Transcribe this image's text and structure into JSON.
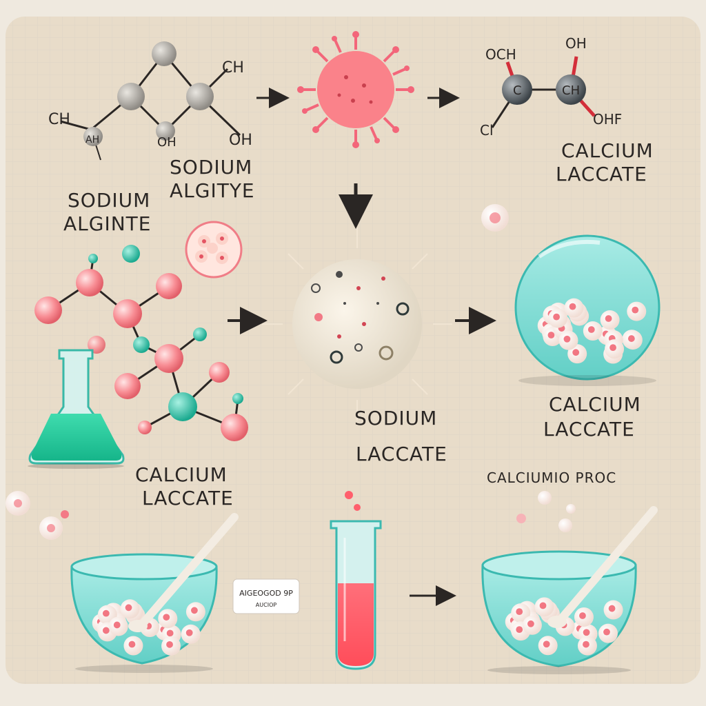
{
  "labels": {
    "sodium_alginte_left": [
      "SODIUM",
      "ALGINTE"
    ],
    "sodium_algitye": [
      "SODIUM",
      "ALGITYE"
    ],
    "calcium_laccate_top": [
      "CALCIUM",
      "LACCATE"
    ],
    "sodium_laccate_center": [
      "SODIUM",
      "LACCATE"
    ],
    "calcium_laccate_right": [
      "CALCIUM",
      "LACCATE"
    ],
    "calcium_laccate_left": [
      "CALCIUM",
      "LACCATE"
    ],
    "calciumio_proc": "CALCIUMIO PROC",
    "tag_text": [
      "AIGEOGOD 9P",
      "AUCIOP"
    ]
  },
  "atoms": {
    "ch_top": "CH",
    "ch_left": "CH",
    "oh_right": "OH",
    "o_center": "OH",
    "ach": "AH",
    "och": "OCH",
    "oh_top": "OH",
    "c_center1": "C",
    "ch_center2": "CH",
    "ohf": "OHF",
    "cl": "Cl"
  },
  "colors": {
    "background": "#efe9df",
    "grid": "#d8cfc3",
    "accent_teal": "#3ec8b8",
    "accent_pink": "#f37a86",
    "glass": "#8fe0d8",
    "arrow": "#2a2624"
  }
}
